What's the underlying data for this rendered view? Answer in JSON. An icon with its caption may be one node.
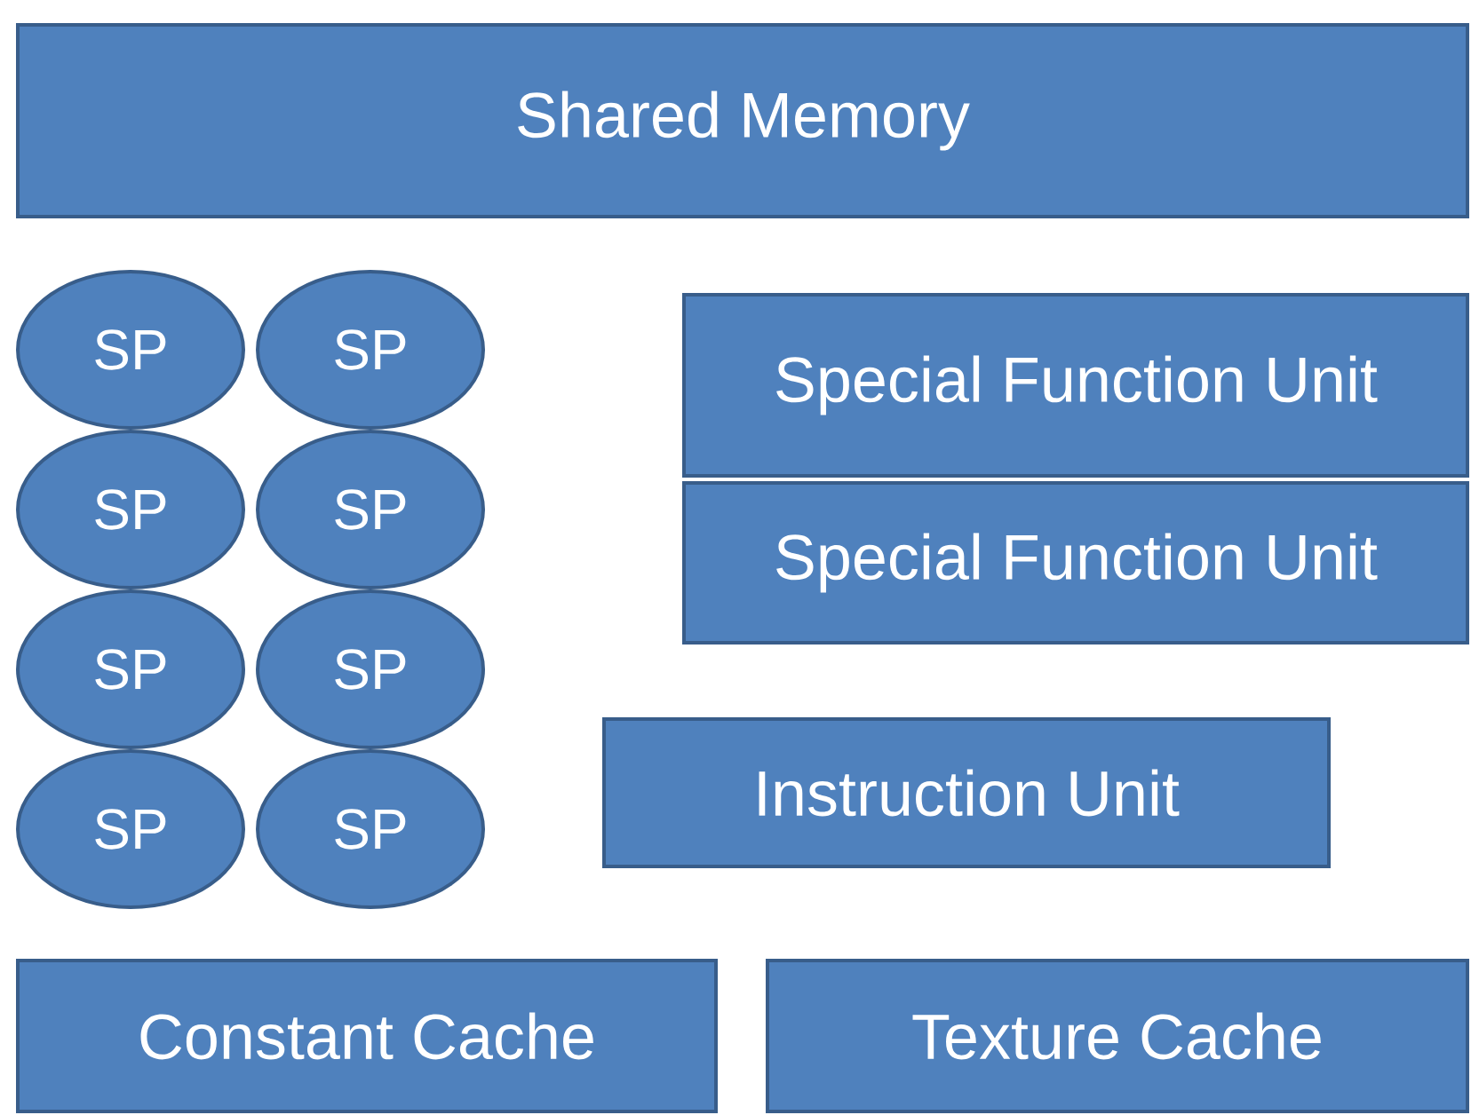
{
  "diagram": {
    "nodes": [
      {
        "text": [
          "Shared Memory"
        ]
      },
      {
        "text": [
          "SP"
        ]
      },
      {
        "text": [
          "SP"
        ]
      },
      {
        "text": [
          "SP"
        ]
      },
      {
        "text": [
          "SP"
        ]
      },
      {
        "text": [
          "SP"
        ]
      },
      {
        "text": [
          "SP"
        ]
      },
      {
        "text": [
          "SP"
        ]
      },
      {
        "text": [
          "SP"
        ]
      },
      {
        "text": [
          "Special Function Unit"
        ]
      },
      {
        "text": [
          "Special Function Unit"
        ]
      },
      {
        "text": [
          "Instruction Unit"
        ]
      },
      {
        "text": [
          "Constant Cache"
        ]
      },
      {
        "text": [
          "Texture Cache"
        ]
      }
    ]
  }
}
